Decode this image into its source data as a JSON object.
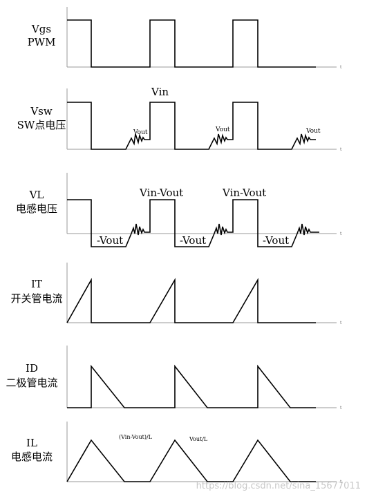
{
  "panels": [
    {
      "id": "vgs",
      "title": "Vgs",
      "subtitle": "PWM",
      "axis_label": "t"
    },
    {
      "id": "vsw",
      "title": "Vsw",
      "subtitle": "SW点电压",
      "axis_label": "t"
    },
    {
      "id": "vl",
      "title": "VL",
      "subtitle": "电感电压",
      "axis_label": "t"
    },
    {
      "id": "it",
      "title": "IT",
      "subtitle": "开关管电流",
      "axis_label": "t"
    },
    {
      "id": "id",
      "title": "ID",
      "subtitle": "二极管电流",
      "axis_label": "t"
    },
    {
      "id": "il",
      "title": "IL",
      "subtitle": "电感电流",
      "axis_label": "t"
    }
  ],
  "annotations": {
    "vsw_vin": "Vin",
    "vsw_vout": "Vout",
    "vl_vin_minus_vout": "Vin-Vout",
    "vl_minus_vout": "-Vout",
    "il_rise_slope": "(Vin-Vout)/L",
    "il_fall_slope": "Vout/L"
  },
  "watermark": "https://blog.csdn.net/sina_15677011"
}
